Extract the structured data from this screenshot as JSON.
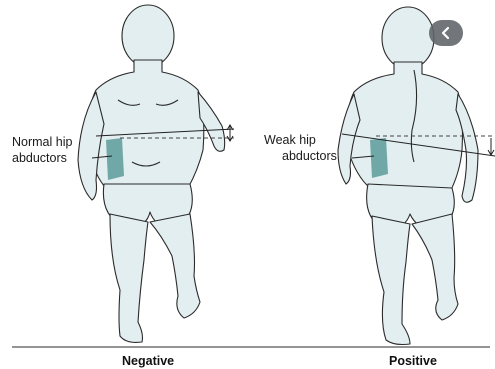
{
  "figure": {
    "left_panel": {
      "label_line1": "Normal hip",
      "label_line2": "abductors",
      "caption": "Negative"
    },
    "right_panel": {
      "label_line1": "Weak hip",
      "label_line2": "abductors",
      "caption": "Positive"
    }
  },
  "overlay": {
    "back_button_icon": "chevron-left-icon"
  },
  "colors": {
    "skin": "#e2eef0",
    "outline": "#2b2b2b",
    "muscle": "#6fa8a6",
    "ground": "#555555"
  }
}
